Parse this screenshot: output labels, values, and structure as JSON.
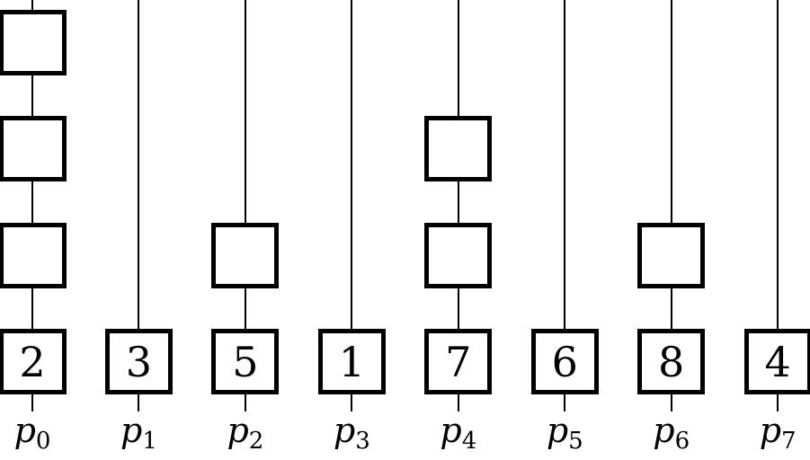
{
  "diagram": {
    "description": "Eight processor columns, each a vertical line with a stack of slot boxes; the bottom box of each column holds a value, empty slot boxes are stacked above on some columns.",
    "colors": {
      "stroke": "#000000",
      "box_fill": "#ffffff",
      "background": "#ffffff"
    },
    "columns": [
      {
        "label_base": "p",
        "label_sub": "0",
        "value": "2",
        "empty_slots": 3
      },
      {
        "label_base": "p",
        "label_sub": "1",
        "value": "3",
        "empty_slots": 0
      },
      {
        "label_base": "p",
        "label_sub": "2",
        "value": "5",
        "empty_slots": 1
      },
      {
        "label_base": "p",
        "label_sub": "3",
        "value": "1",
        "empty_slots": 0
      },
      {
        "label_base": "p",
        "label_sub": "4",
        "value": "7",
        "empty_slots": 2
      },
      {
        "label_base": "p",
        "label_sub": "5",
        "value": "6",
        "empty_slots": 0
      },
      {
        "label_base": "p",
        "label_sub": "6",
        "value": "8",
        "empty_slots": 1
      },
      {
        "label_base": "p",
        "label_sub": "7",
        "value": "4",
        "empty_slots": 0
      }
    ]
  }
}
